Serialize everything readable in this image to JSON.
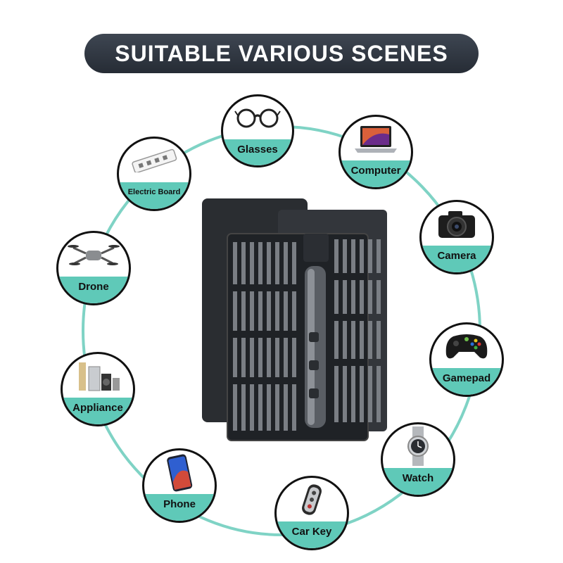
{
  "banner": {
    "title": "SUITABLE VARIOUS SCENES"
  },
  "colors": {
    "accent": "#5fc9b8",
    "banner_bg": "#2f363f",
    "ring": "#7fd3c5"
  },
  "scenes": [
    {
      "label": "Glasses",
      "icon": "glasses-icon"
    },
    {
      "label": "Computer",
      "icon": "laptop-icon"
    },
    {
      "label": "Electric Board",
      "icon": "power-strip-icon"
    },
    {
      "label": "Camera",
      "icon": "camera-icon"
    },
    {
      "label": "Drone",
      "icon": "drone-icon"
    },
    {
      "label": "Gamepad",
      "icon": "gamepad-icon"
    },
    {
      "label": "Appliance",
      "icon": "appliance-icon"
    },
    {
      "label": "Watch",
      "icon": "watch-icon"
    },
    {
      "label": "Phone",
      "icon": "phone-icon"
    },
    {
      "label": "Car Key",
      "icon": "car-key-icon"
    }
  ]
}
